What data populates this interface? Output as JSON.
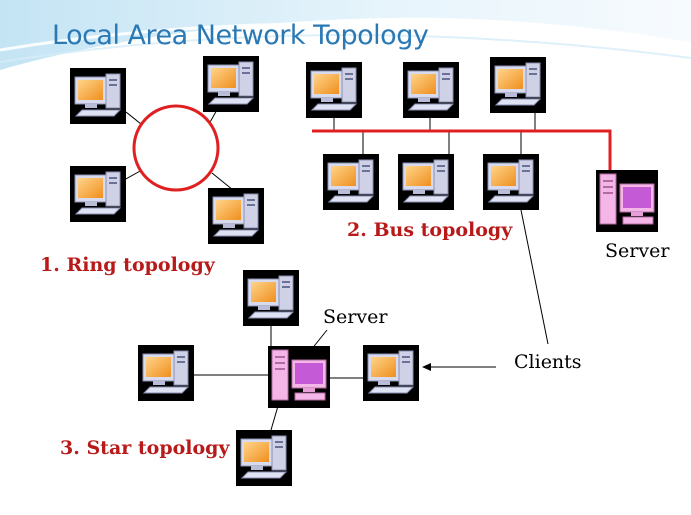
{
  "title": "Local Area Network Topology",
  "labels": {
    "ring": "1. Ring topology",
    "bus": "2. Bus topology",
    "star": "3. Star topology",
    "bus_server": "Server",
    "star_server": "Server",
    "clients": "Clients"
  },
  "icons": {
    "client": "client-computer-icon",
    "server": "server-computer-icon"
  },
  "colors": {
    "title": "#2a78b4",
    "topology_label": "#b81a1a",
    "ring": "#e02020",
    "bus": "#e02020",
    "monitor_screen": "#f59a2a",
    "server_body": "#f3b6e6",
    "server_screen": "#c45ad6"
  }
}
